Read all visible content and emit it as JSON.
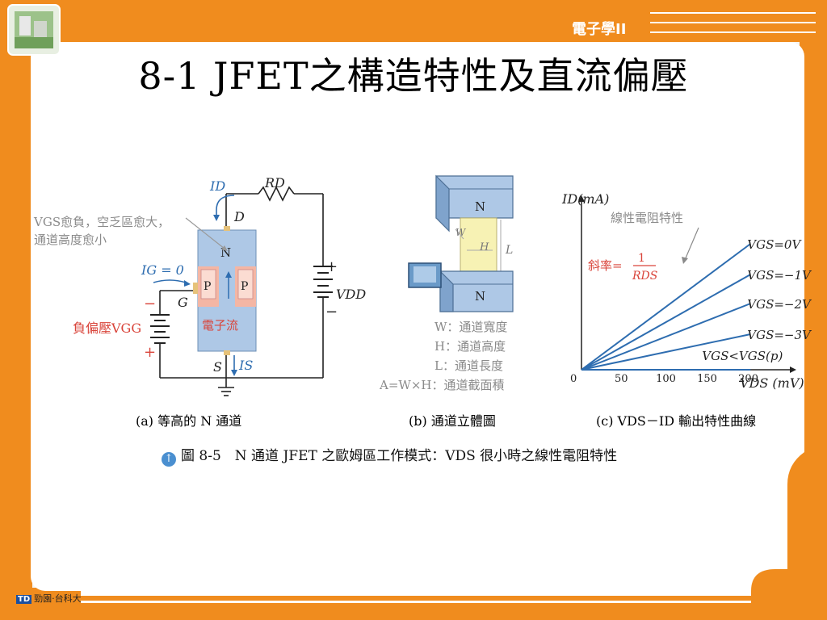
{
  "slide": {
    "title": "8-1 JFET之構造特性及直流偏壓",
    "brand": "電子學II",
    "publisher": "勁園‧台科大"
  },
  "figure": {
    "icon": "up-arrow-circle-icon",
    "caption": "圖 8-5　N 通道 JFET 之歐姆區工作模式：VDS 很小時之線性電阻特性"
  },
  "panel_a": {
    "caption": "(a) 等高的 N 通道",
    "note_line1": "VGS愈負，空乏區愈大，",
    "note_line2": "通道高度愈小",
    "label_ID": "ID",
    "label_RD": "RD",
    "label_D": "D",
    "label_N": "N",
    "label_IG": "IG = 0",
    "label_P_left": "P",
    "label_P_right": "P",
    "label_G": "G",
    "label_bias": "負偏壓VGG",
    "label_electron_flow": "電子流",
    "label_VDD": "VDD",
    "label_S": "S",
    "label_IS": "IS",
    "plus": "+",
    "minus": "−"
  },
  "panel_b": {
    "caption": "(b) 通道立體圖",
    "label_N_top": "N",
    "label_N_bottom": "N",
    "label_W": "W",
    "label_H": "H",
    "label_L": "L",
    "legend": [
      "W：通道寬度",
      "H：通道高度",
      "L：通道長度",
      "A=W×H：通道截面積"
    ]
  },
  "colors": {
    "orange_frame": "#f08c1e",
    "n_region": "#aec8e6",
    "p_region": "#f4b6a4",
    "channel_yellow": "#f7f2b4",
    "curve_blue": "#2e6db0",
    "annot_red": "#d9443a",
    "annot_gray": "#8a8a8a"
  },
  "chart_data": {
    "type": "line",
    "caption": "(c) VDS－ID 輸出特性曲線",
    "xlabel": "VDS (mV)",
    "ylabel": "ID(mA)",
    "x_ticks": [
      "0",
      "50",
      "100",
      "150",
      "200"
    ],
    "xlim": [
      0,
      240
    ],
    "ylim": [
      0,
      1
    ],
    "annotation_resistance": "線性電阻特性",
    "annotation_slope_prefix": "斜率=",
    "annotation_slope_num": "1",
    "annotation_slope_den": "RDS",
    "series": [
      {
        "name": "VGS=0V",
        "x": [
          0,
          205
        ],
        "y": [
          0,
          0.78
        ]
      },
      {
        "name": "VGS=−1V",
        "x": [
          0,
          205
        ],
        "y": [
          0,
          0.59
        ]
      },
      {
        "name": "VGS=−2V",
        "x": [
          0,
          205
        ],
        "y": [
          0,
          0.41
        ]
      },
      {
        "name": "VGS=−3V",
        "x": [
          0,
          205
        ],
        "y": [
          0,
          0.22
        ]
      },
      {
        "name": "VGS<VGS(p)",
        "x": [
          0,
          205
        ],
        "y": [
          0,
          0.0
        ]
      }
    ]
  }
}
